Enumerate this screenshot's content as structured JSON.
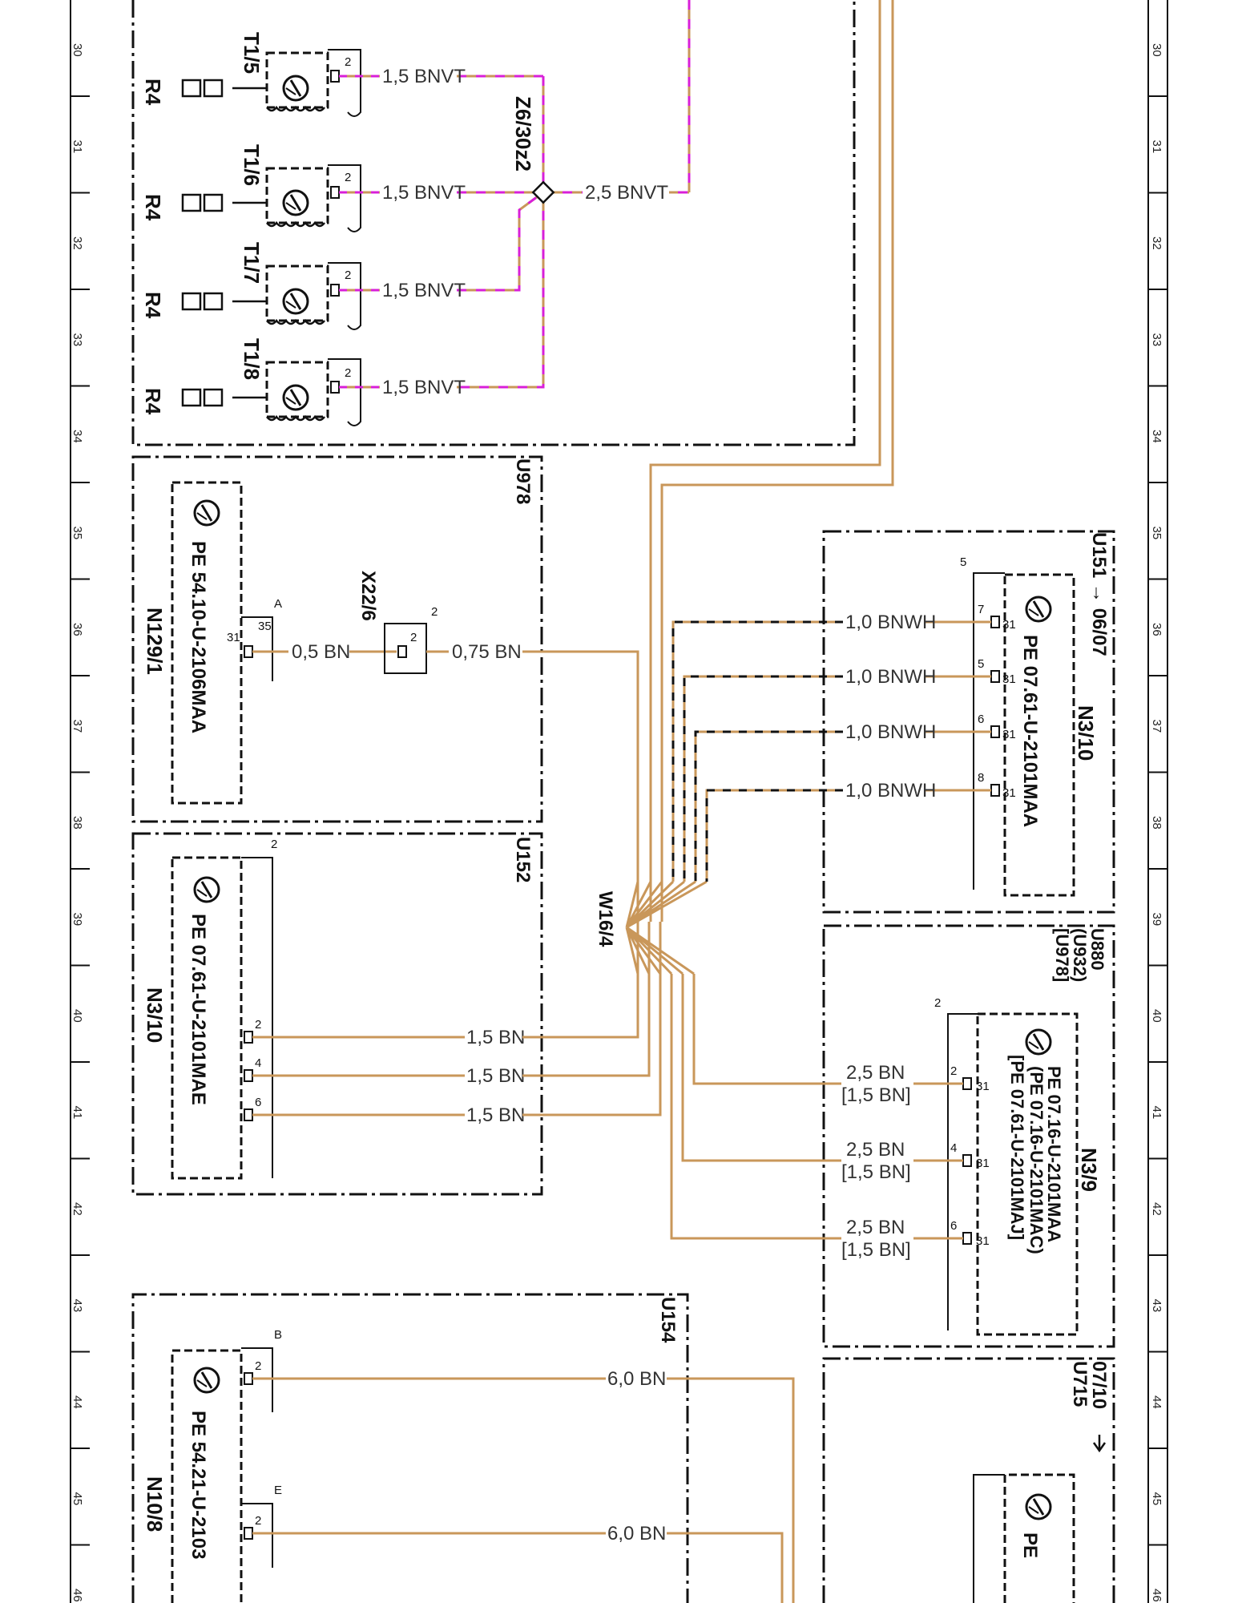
{
  "grid_rows": [
    "30",
    "31",
    "32",
    "33",
    "34",
    "35",
    "36",
    "37",
    "38",
    "39",
    "40",
    "41",
    "42",
    "43",
    "44",
    "45",
    "46"
  ],
  "colors": {
    "bn": "#c9975a",
    "vt": "#d81fd8",
    "wh": "#ffffff",
    "line": "#111111"
  },
  "speakers": [
    {
      "id": "T1/5",
      "resistor": "R4",
      "pin": "2",
      "wire": "1,5 BNVT"
    },
    {
      "id": "T1/6",
      "resistor": "R4",
      "pin": "2",
      "wire": "1,5 BNVT"
    },
    {
      "id": "T1/7",
      "resistor": "R4",
      "pin": "2",
      "wire": "1,5 BNVT"
    },
    {
      "id": "T1/8",
      "resistor": "R4",
      "pin": "2",
      "wire": "1,5 BNVT"
    }
  ],
  "splice": {
    "id": "Z6/30z2",
    "wire_out": "2,5 BNVT"
  },
  "u978": {
    "box": "U978",
    "module": "N129/1",
    "pe": "PE 54.10-U-2106MAA",
    "connector": "A",
    "pin_a": "35",
    "pin_a_sub": "31",
    "wire1": "0,5 BN",
    "x22": "X22/6",
    "x22_pin": "2",
    "x22_top": "2",
    "wire2": "0,75 BN"
  },
  "u152": {
    "box": "U152",
    "module": "N3/10",
    "pe": "PE 07.61-U-2101MAE",
    "top_pin": "2",
    "pins": [
      {
        "pin": "2",
        "wire": "1,5 BN"
      },
      {
        "pin": "4",
        "wire": "1,5 BN"
      },
      {
        "pin": "6",
        "wire": "1,5 BN"
      }
    ]
  },
  "w16": "W16/4",
  "u151": {
    "box": "U151 → 06/07",
    "module": "N3/10",
    "pe": "PE 07.61-U-2101MAA",
    "top_pin": "5",
    "pins": [
      {
        "pin": "7",
        "sub": "31",
        "wire": "1,0 BNWH"
      },
      {
        "pin": "5",
        "sub": "31",
        "wire": "1,0 BNWH"
      },
      {
        "pin": "6",
        "sub": "31",
        "wire": "1,0 BNWH"
      },
      {
        "pin": "8",
        "sub": "31",
        "wire": "1,0 BNWH"
      }
    ]
  },
  "u880": {
    "box1": "U880",
    "box2": "(U932)",
    "box3": "[U978]",
    "module": "N3/9",
    "pe1": "PE 07.16-U-2101MAA",
    "pe2": "(PE 07.16-U-2101MAC)",
    "pe3": "[PE 07.61-U-2101MAJ]",
    "top_pin": "2",
    "pins": [
      {
        "pin": "2",
        "sub": "31",
        "wire": "2,5 BN",
        "wire_alt": "[1,5 BN]"
      },
      {
        "pin": "4",
        "sub": "31",
        "wire": "2,5 BN",
        "wire_alt": "[1,5 BN]"
      },
      {
        "pin": "6",
        "sub": "31",
        "wire": "2,5 BN",
        "wire_alt": "[1,5 BN]"
      }
    ]
  },
  "u154": {
    "box": "U154",
    "module": "N10/8",
    "pe": "PE 54.21-U-2103",
    "pins": [
      {
        "conn": "B",
        "pin": "2",
        "wire": "6,0 BN"
      },
      {
        "conn": "E",
        "pin": "2",
        "wire": "6,0 BN"
      }
    ]
  },
  "u715": {
    "box1": "07/10",
    "box2": "U715",
    "pe": "PE"
  }
}
